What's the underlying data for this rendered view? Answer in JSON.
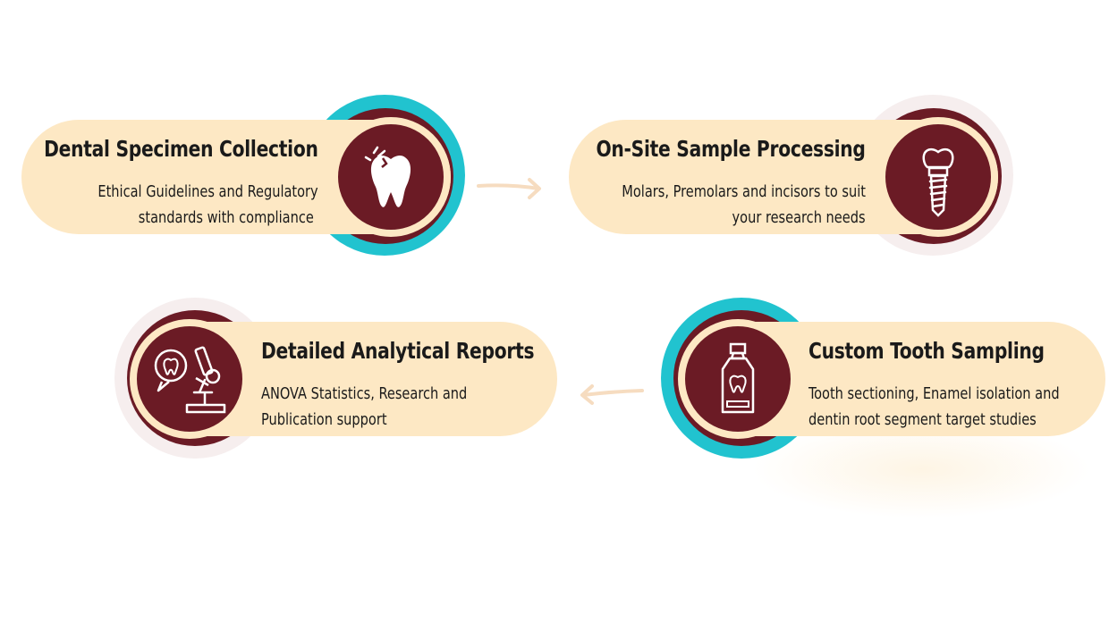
{
  "steps": [
    {
      "title": "Dental Specimen Collection",
      "description_line1": "Ethical Guidelines and Regulatory",
      "description_line2": "standards with compliance",
      "icon": "chipped-tooth-icon"
    },
    {
      "title": "On-Site Sample Processing",
      "description_line1": "Molars, Premolars and incisors to suit",
      "description_line2": "your research needs",
      "icon": "dental-implant-icon"
    },
    {
      "title": "Custom Tooth Sampling",
      "description_line1": "Tooth sectioning, Enamel isolation and",
      "description_line2": "dentin root segment target studies",
      "icon": "toothpaste-tube-icon"
    },
    {
      "title": "Detailed Analytical Reports",
      "description_line1": "ANOVA Statistics, Research and",
      "description_line2": "Publication support",
      "icon": "microscope-tooth-icon"
    }
  ],
  "colors": {
    "pill": "#fde8c4",
    "disc": "#6b1b25",
    "accent_ring": "#21c3cf",
    "soft_ring": "#f6eeee",
    "arrow": "#f6dcc0"
  }
}
